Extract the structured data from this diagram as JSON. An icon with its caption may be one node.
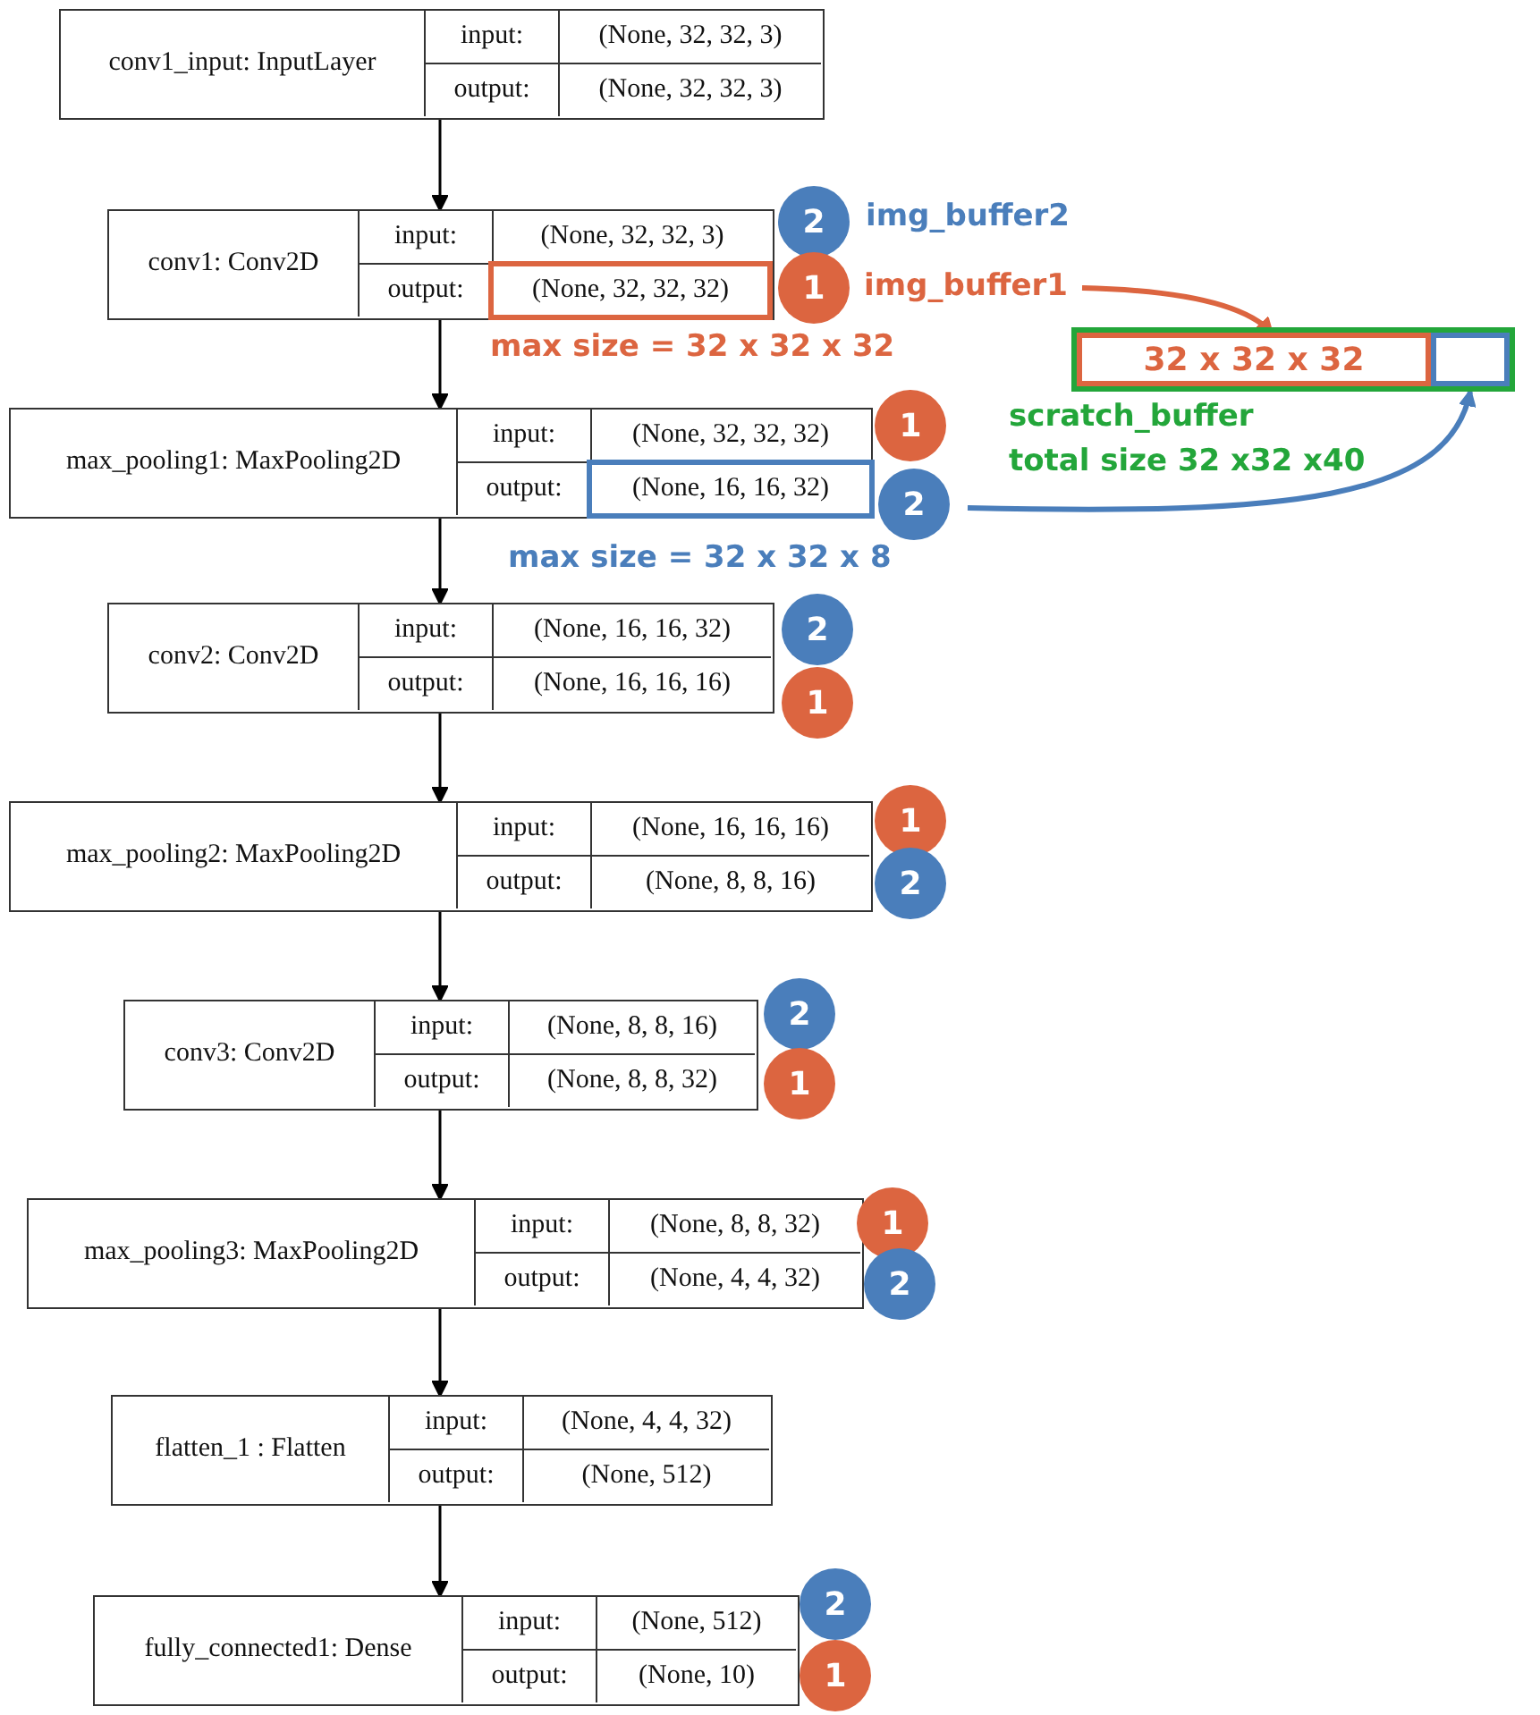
{
  "diagram": {
    "nodes": [
      {
        "text": [
          "conv1_input: InputLayer",
          "input:",
          "(None, 32, 32, 3)",
          "output:",
          "(None, 32, 32, 3)"
        ]
      },
      {
        "text": [
          "conv1: Conv2D",
          "input:",
          "(None, 32, 32, 3)",
          "output:"
        ]
      },
      {
        "text": [
          "(None, 32, 32, 32)"
        ],
        "in": 1
      },
      {
        "text": [
          "max_pooling1: MaxPooling2D",
          "input:",
          "(None, 32, 32, 32)",
          "output:"
        ]
      },
      {
        "text": [
          "(None, 16, 16, 32)"
        ],
        "in": 3
      },
      {
        "text": [
          "conv2: Conv2D",
          "input:",
          "(None, 16, 16, 32)",
          "output:",
          "(None, 16, 16, 16)"
        ]
      },
      {
        "text": [
          "max_pooling2: MaxPooling2D",
          "input:",
          "(None, 16, 16, 16)",
          "output:",
          "(None, 8, 8, 16)"
        ]
      },
      {
        "text": [
          "conv3: Conv2D",
          "input:",
          "(None, 8, 8, 16)",
          "output:",
          "(None, 8, 8, 32)"
        ]
      },
      {
        "text": [
          "max_pooling3: MaxPooling2D",
          "input:",
          "(None, 8, 8, 32)",
          "output:",
          "(None, 4, 4, 32)"
        ]
      },
      {
        "text": [
          "flatten_1 : Flatten",
          "input:",
          "(None, 4, 4, 32)",
          "output:",
          "(None, 512)"
        ]
      },
      {
        "text": [
          "fully_connected1: Dense",
          "input:",
          "(None, 512)",
          "output:",
          "(None, 10)"
        ]
      },
      {
        "text": [
          "2"
        ]
      },
      {
        "text": [
          "1"
        ]
      },
      {
        "text": [
          "img_buffer1"
        ]
      },
      {
        "text": [],
        "shape": "box",
        "beside": [
          "scratch_buffer",
          "total size 32 x32 x40"
        ]
      },
      {
        "text": [
          "32 x 32 x 32"
        ],
        "in": 14
      },
      {
        "text": [],
        "shape": "box",
        "in": 14
      },
      {
        "text": [
          "1"
        ]
      },
      {
        "text": [
          "2"
        ]
      },
      {
        "text": [
          "2"
        ]
      },
      {
        "text": [
          "1"
        ]
      },
      {
        "text": [
          "1"
        ]
      },
      {
        "text": [
          "2"
        ]
      },
      {
        "text": [
          "2"
        ]
      },
      {
        "text": [
          "1"
        ]
      },
      {
        "text": [
          "1"
        ]
      },
      {
        "text": [
          "2"
        ]
      },
      {
        "text": [
          "2"
        ]
      },
      {
        "text": [
          "1"
        ]
      }
    ],
    "edges": [
      {
        "from": 0,
        "to": 1,
        "arrow": "to"
      },
      {
        "from": 1,
        "to": 3,
        "arrow": "to"
      },
      {
        "from": 3,
        "to": 5,
        "arrow": "to"
      },
      {
        "from": 5,
        "to": 6,
        "arrow": "to"
      },
      {
        "from": 6,
        "to": 7,
        "arrow": "to"
      },
      {
        "from": 7,
        "to": 8,
        "arrow": "to"
      },
      {
        "from": 8,
        "to": 9,
        "arrow": "to"
      },
      {
        "from": 9,
        "to": 10,
        "arrow": "to"
      },
      {
        "from": 13,
        "to": 15,
        "arrow": "to",
        "style": "thick",
        "color": "#dc6540"
      },
      {
        "from": 18,
        "to": 16,
        "arrow": "to",
        "style": "thick",
        "color": "#4a7ebb"
      }
    ],
    "labels": [
      "img_buffer2",
      "max size = 32 x 32 x 32",
      "max size = 32 x 32 x 8"
    ]
  }
}
